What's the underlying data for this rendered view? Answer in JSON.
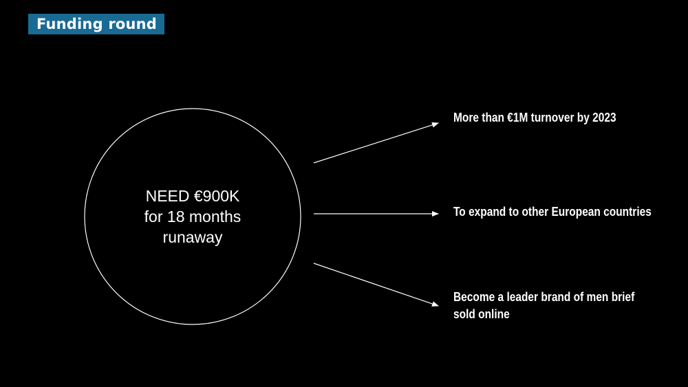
{
  "header": {
    "title": "Funding round"
  },
  "center": {
    "line1": "NEED €900K",
    "line2": "for 18 months",
    "line3": "runaway"
  },
  "goals": [
    {
      "line1": "More than €1M turnover by 2023"
    },
    {
      "line1": "To expand to other European countries"
    },
    {
      "line1": "Become a leader brand of men brief",
      "line2": "sold online"
    }
  ],
  "colors": {
    "background": "#000000",
    "title_badge": "#1a6b94",
    "foreground": "#ffffff"
  }
}
